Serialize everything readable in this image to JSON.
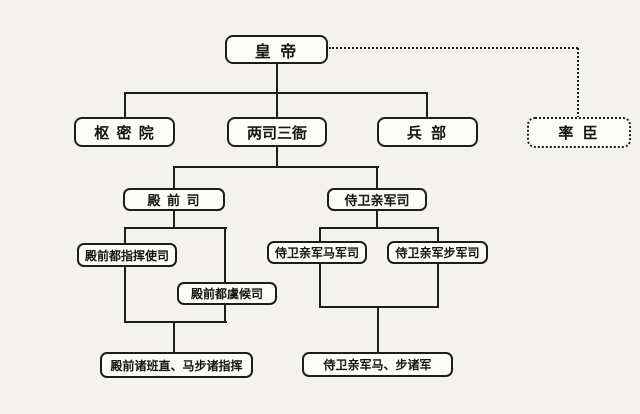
{
  "diagram": {
    "type": "org-chart-flow",
    "language": "zh",
    "colors": {
      "background": "#f3f2ef",
      "line": "#1d1d1b",
      "box_fill": "#fcfcfa",
      "text": "#141412"
    },
    "nodes": {
      "emperor": {
        "label": "皇 帝",
        "border": "solid"
      },
      "privy_council": {
        "label": "枢 密 院",
        "border": "solid"
      },
      "two_offices_three_bureaus": {
        "label": "两司三衙",
        "border": "solid"
      },
      "ministry_of_war": {
        "label": "兵 部",
        "border": "solid"
      },
      "commander_officials": {
        "label": "率 臣",
        "border": "dotted"
      },
      "palace_front_command": {
        "label": "殿 前 司",
        "border": "solid"
      },
      "imperial_guard_command": {
        "label": "侍卫亲军司",
        "border": "solid"
      },
      "palace_chief_commander_office": {
        "label": "殿前都指挥使司",
        "border": "solid"
      },
      "guard_cavalry_office": {
        "label": "侍卫亲军马军司",
        "border": "solid"
      },
      "guard_infantry_office": {
        "label": "侍卫亲军步军司",
        "border": "solid"
      },
      "palace_inspector_office": {
        "label": "殿前都虞候司",
        "border": "solid"
      },
      "palace_front_units": {
        "label": "殿前诸班直、马步诸指挥",
        "border": "solid"
      },
      "guard_units": {
        "label": "侍卫亲军马、步诸军",
        "border": "solid"
      }
    },
    "edges": [
      {
        "from": "emperor",
        "to": "privy_council",
        "style": "solid"
      },
      {
        "from": "emperor",
        "to": "two_offices_three_bureaus",
        "style": "solid"
      },
      {
        "from": "emperor",
        "to": "ministry_of_war",
        "style": "solid"
      },
      {
        "from": "emperor",
        "to": "commander_officials",
        "style": "dotted"
      },
      {
        "from": "two_offices_three_bureaus",
        "to": "palace_front_command",
        "style": "solid"
      },
      {
        "from": "two_offices_three_bureaus",
        "to": "imperial_guard_command",
        "style": "solid"
      },
      {
        "from": "palace_front_command",
        "to": "palace_chief_commander_office",
        "style": "solid"
      },
      {
        "from": "palace_front_command",
        "to": "palace_inspector_office",
        "style": "solid"
      },
      {
        "from": "palace_front_command",
        "to": "palace_front_units",
        "style": "solid"
      },
      {
        "from": "imperial_guard_command",
        "to": "guard_cavalry_office",
        "style": "solid"
      },
      {
        "from": "imperial_guard_command",
        "to": "guard_infantry_office",
        "style": "solid"
      },
      {
        "from": "imperial_guard_command",
        "to": "guard_units",
        "style": "solid"
      }
    ]
  }
}
